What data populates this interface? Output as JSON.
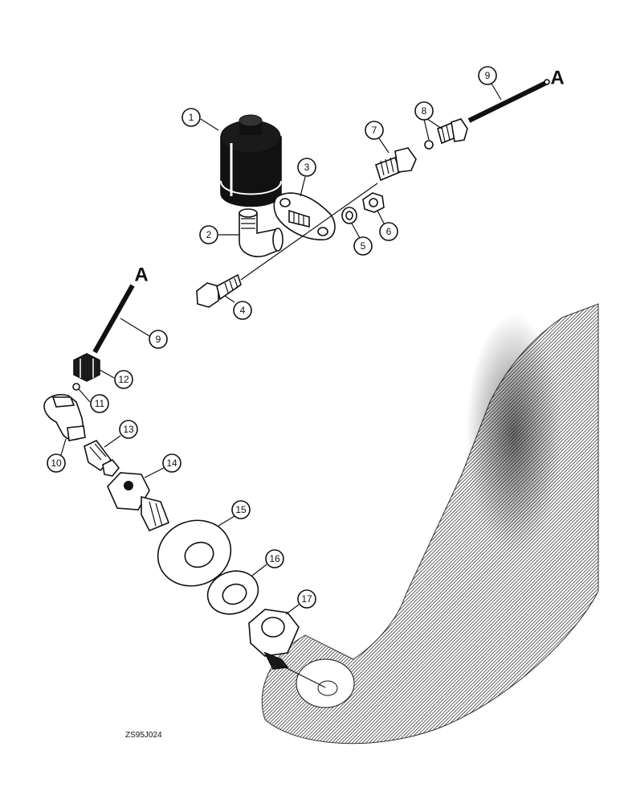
{
  "diagram": {
    "figure_code": "ZS95J024",
    "reference_letter": "A",
    "callouts": [
      {
        "id": "c1",
        "label": "1"
      },
      {
        "id": "c2",
        "label": "2"
      },
      {
        "id": "c3",
        "label": "3"
      },
      {
        "id": "c4",
        "label": "4"
      },
      {
        "id": "c5",
        "label": "5"
      },
      {
        "id": "c6",
        "label": "6"
      },
      {
        "id": "c7",
        "label": "7"
      },
      {
        "id": "c8",
        "label": "8"
      },
      {
        "id": "c9a",
        "label": "9"
      },
      {
        "id": "c9b",
        "label": "9"
      },
      {
        "id": "c10",
        "label": "10"
      },
      {
        "id": "c11",
        "label": "11"
      },
      {
        "id": "c12",
        "label": "12"
      },
      {
        "id": "c13",
        "label": "13"
      },
      {
        "id": "c14",
        "label": "14"
      },
      {
        "id": "c15",
        "label": "15"
      },
      {
        "id": "c16",
        "label": "16"
      },
      {
        "id": "c17",
        "label": "17"
      }
    ]
  }
}
